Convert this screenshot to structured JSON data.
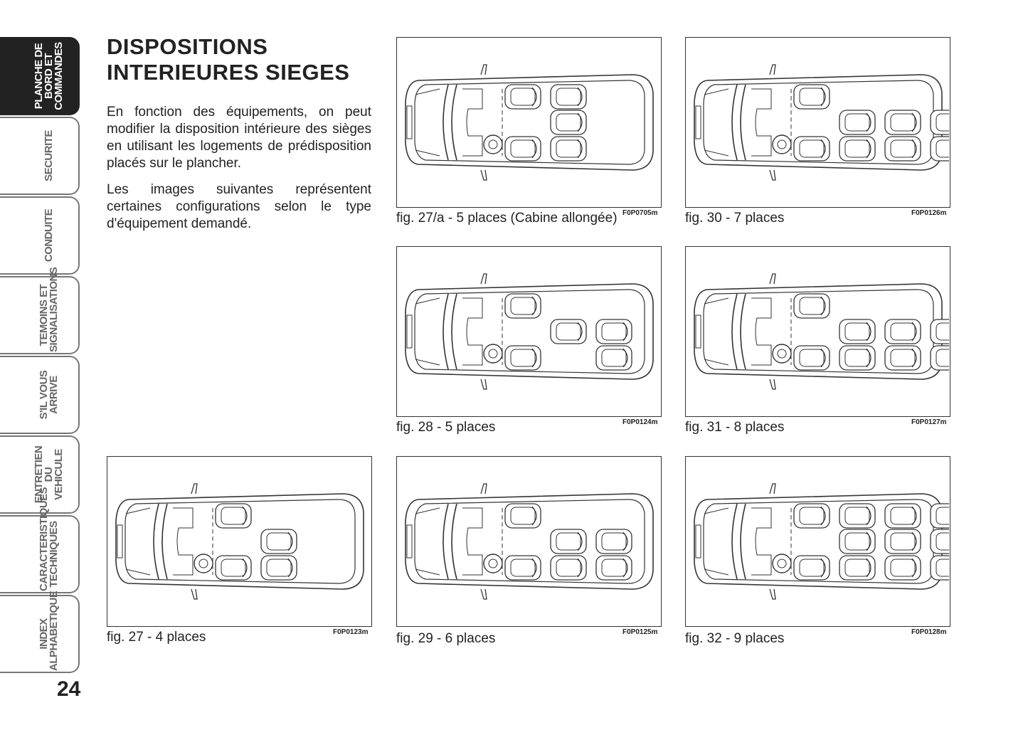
{
  "sidebar": {
    "tabs": [
      {
        "label": "PLANCHE DE\nBORD ET\nCOMMANDES",
        "active": true
      },
      {
        "label": "SECURITE",
        "active": false
      },
      {
        "label": "CONDUITE",
        "active": false
      },
      {
        "label": "TEMOINS ET\nSIGNALISATIONS",
        "active": false
      },
      {
        "label": "S'IL VOUS\nARRIVE",
        "active": false
      },
      {
        "label": "ENTRETIEN DU\nVEHICULE",
        "active": false
      },
      {
        "label": "CARACTERISTIQUES\nTECHNIQUES",
        "active": false
      },
      {
        "label": "INDEX\nALPHABETIQUE",
        "active": false
      }
    ]
  },
  "page_number": "24",
  "title": {
    "line1": "DISPOSITIONS",
    "line2": "INTERIEURES SIEGES"
  },
  "body": {
    "p1": "En fonction des équipements, on peut modifier la disposition intérieure des sièges en utilisant les logements de prédisposition placés sur le plancher.",
    "p2": "Les images suivantes représentent certaines configurations selon le type d'équipement demandé."
  },
  "figures": [
    {
      "id": "fig27a",
      "caption": "fig. 27/a - 5 places (Cabine allongée)",
      "code": "F0P0705m",
      "seats": {
        "front": 2,
        "rows": [
          3
        ]
      }
    },
    {
      "id": "fig30",
      "caption": "fig. 30 - 7 places",
      "code": "F0P0126m",
      "seats": {
        "front": 2,
        "rows": [
          2,
          2,
          2
        ]
      }
    },
    {
      "id": "fig28",
      "caption": "fig. 28 - 5 places",
      "code": "F0P0124m",
      "seats": {
        "front": 2,
        "rows": [
          1,
          2
        ]
      }
    },
    {
      "id": "fig31",
      "caption": "fig. 31 - 8 places",
      "code": "F0P0127m",
      "seats": {
        "front": 2,
        "rows": [
          2,
          2,
          2
        ]
      }
    },
    {
      "id": "fig27",
      "caption": "fig. 27 - 4 places",
      "code": "F0P0123m",
      "seats": {
        "front": 2,
        "rows": [
          2
        ]
      }
    },
    {
      "id": "fig29",
      "caption": "fig. 29 - 6 places",
      "code": "F0P0125m",
      "seats": {
        "front": 2,
        "rows": [
          2,
          2
        ]
      }
    },
    {
      "id": "fig32",
      "caption": "fig. 32 - 9 places",
      "code": "F0P0128m",
      "seats": {
        "front": 2,
        "rows": [
          3,
          3,
          3
        ]
      }
    }
  ]
}
